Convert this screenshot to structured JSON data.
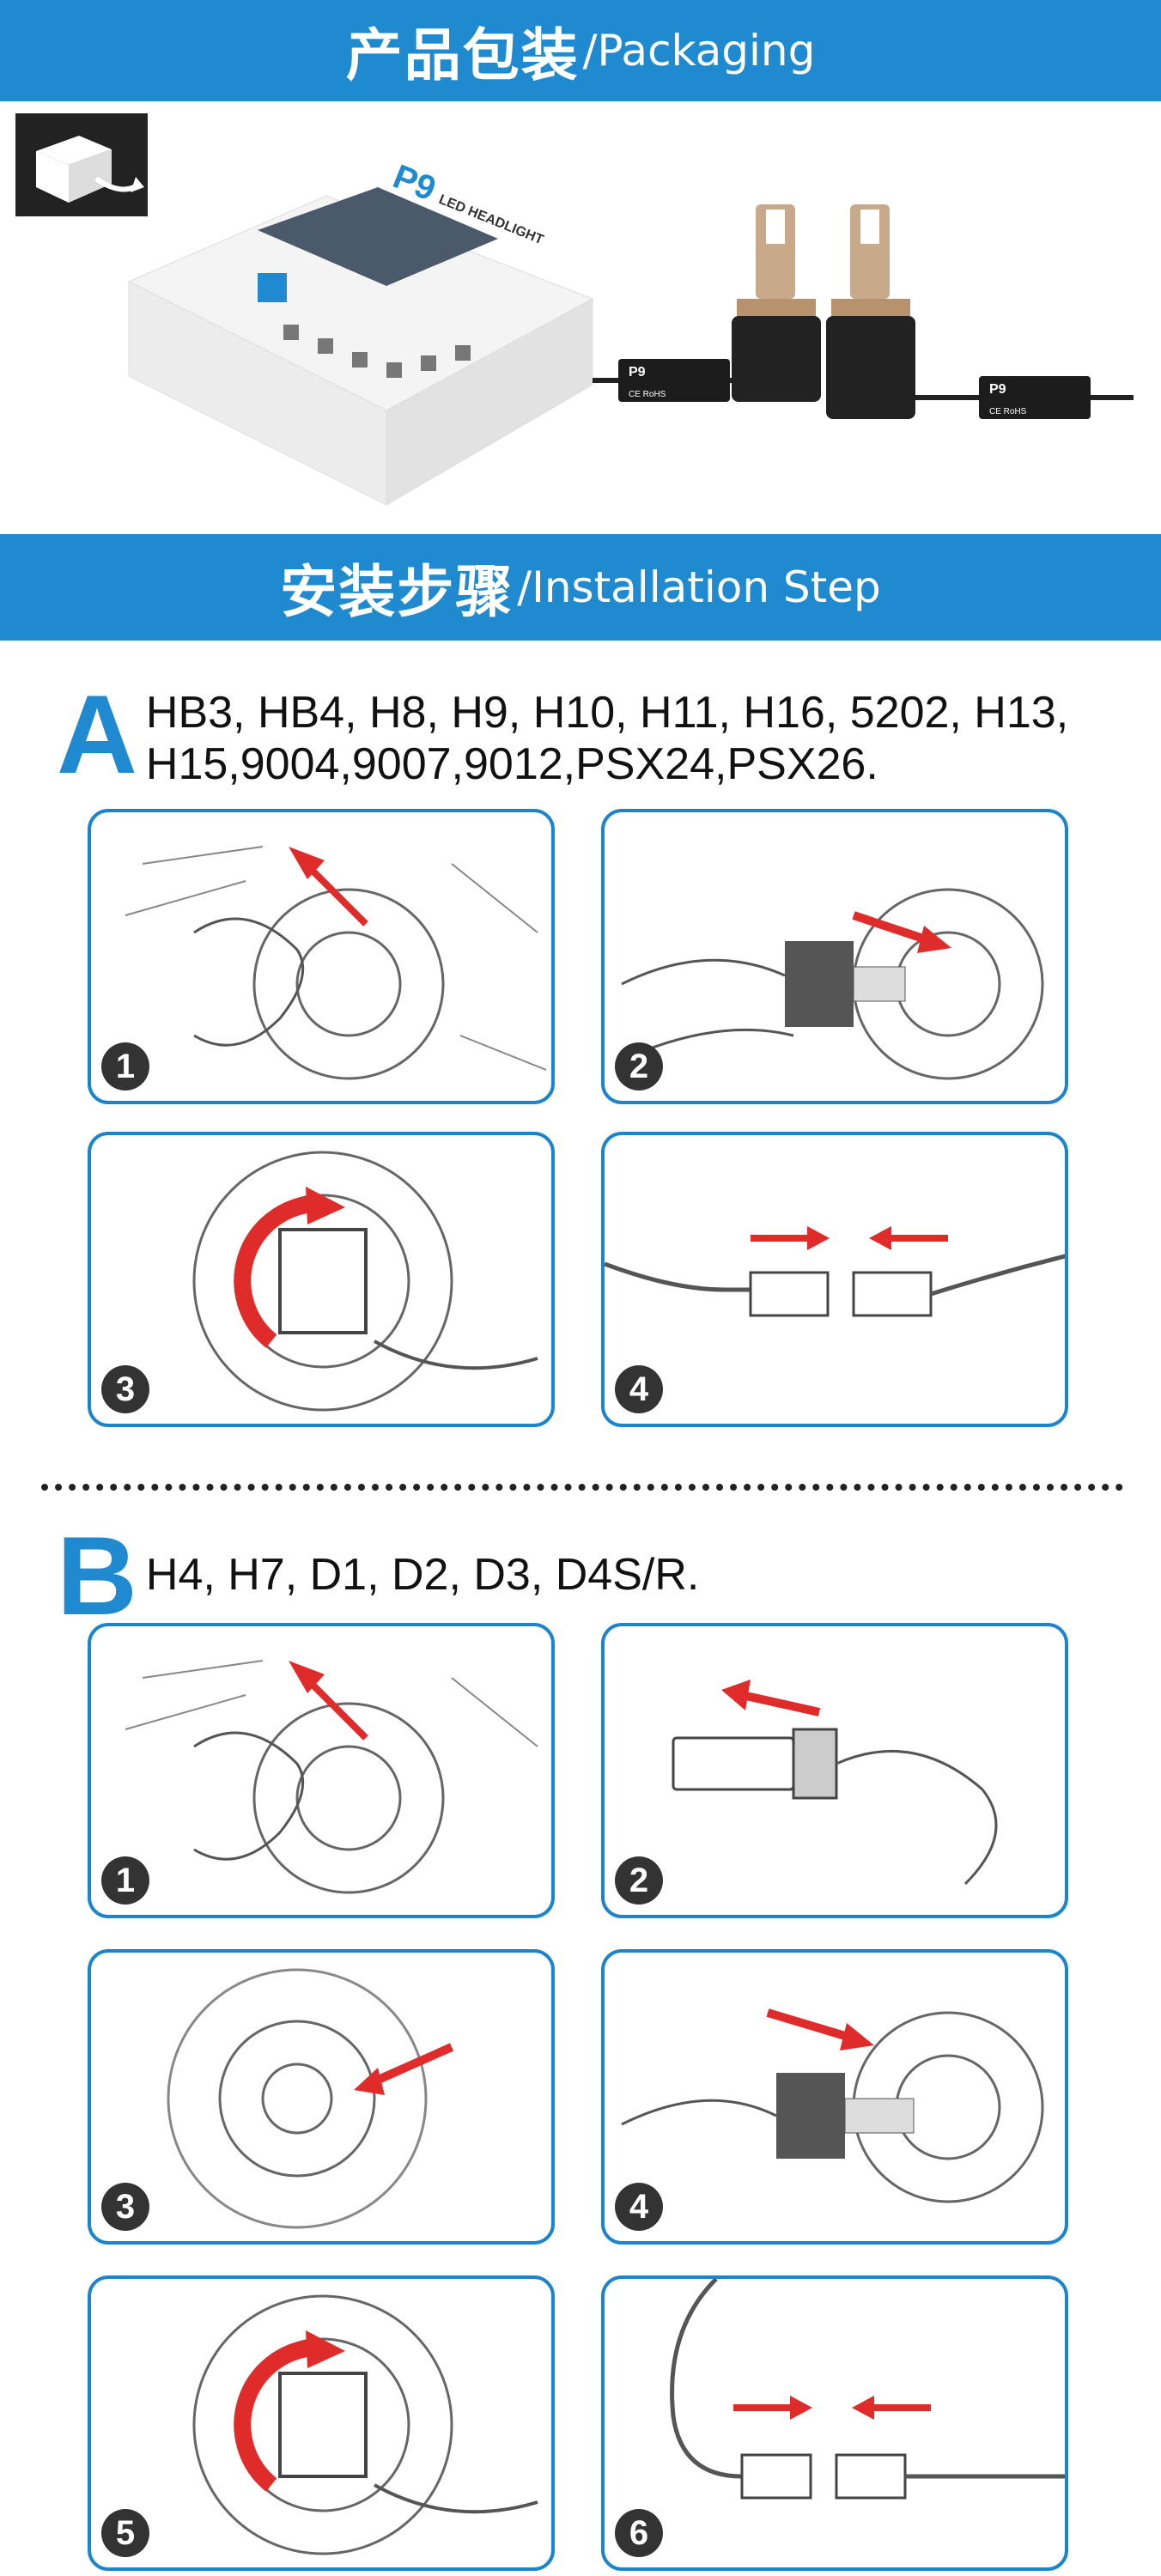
{
  "packaging_banner": {
    "title_zh": "产品包装",
    "title_en": "/Packaging"
  },
  "install_banner": {
    "title_zh": "安装步骤",
    "title_en": "/Installation Step"
  },
  "section_a": {
    "letter": "A",
    "models_line1": "HB3, HB4, H8, H9, H10, H11, H16, 5202, H13,",
    "models_line2": "H15,9004,9007,9012,PSX24,PSX26.",
    "steps": [
      "1",
      "2",
      "3",
      "4"
    ]
  },
  "section_b": {
    "letter": "B",
    "models_line1": "H4, H7, D1, D2, D3, D4S/R.",
    "steps": [
      "1",
      "2",
      "3",
      "4",
      "5",
      "6"
    ]
  },
  "package_box": {
    "brand": "P9",
    "model_text": "LED HEADLIGHT"
  },
  "driver_label": {
    "brand": "P9",
    "rohs": "CE RoHS"
  },
  "colors": {
    "accent_blue": "#1f8ad0",
    "arrow_red": "#e02b2b"
  }
}
